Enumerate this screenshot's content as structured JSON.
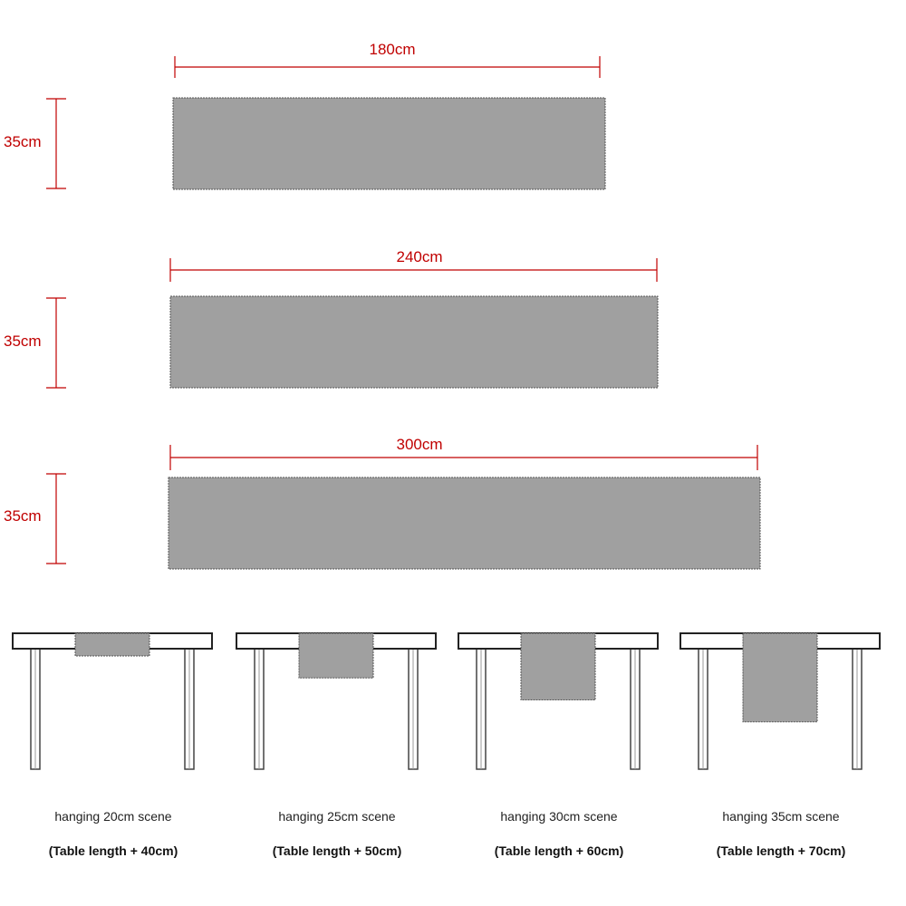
{
  "runners": [
    {
      "length_label": "180cm",
      "width_label": "35cm"
    },
    {
      "length_label": "240cm",
      "width_label": "35cm"
    },
    {
      "length_label": "300cm",
      "width_label": "35cm"
    }
  ],
  "scenes": [
    {
      "title": "hanging 20cm scene",
      "formula": "(Table length + 40cm)",
      "hang_cm": 20
    },
    {
      "title": "hanging 25cm scene",
      "formula": "(Table length + 50cm)",
      "hang_cm": 25
    },
    {
      "title": "hanging 30cm scene",
      "formula": "(Table length + 60cm)",
      "hang_cm": 30
    },
    {
      "title": "hanging 35cm scene",
      "formula": "(Table length + 70cm)",
      "hang_cm": 35
    }
  ],
  "colors": {
    "dimension": "#c00000",
    "runner": "#a0a0a0",
    "outline": "#222222"
  }
}
